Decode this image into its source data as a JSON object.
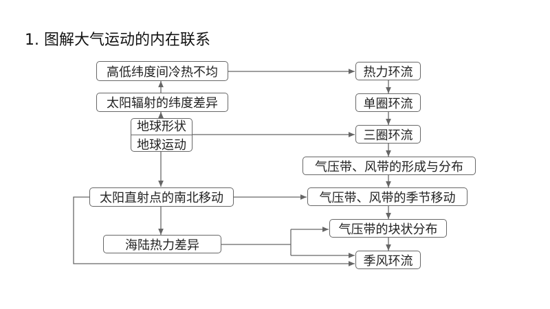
{
  "title": "1. 图解大气运动的内在联系",
  "nodes": {
    "uneven_heat": "高低纬度间冷热不均",
    "solar_radiation": "太阳辐射的纬度差异",
    "earth_shape": "地球形状",
    "earth_motion": "地球运动",
    "direct_point": "太阳直射点的南北移动",
    "land_sea": "海陆热力差异",
    "thermal_circ": "热力环流",
    "single_cell": "单圈环流",
    "three_cell": "三圈环流",
    "formation": "气压带、风带的形成与分布",
    "seasonal_shift": "气压带、风带的季节移动",
    "blocky": "气压带的块状分布",
    "monsoon": "季风环流"
  }
}
